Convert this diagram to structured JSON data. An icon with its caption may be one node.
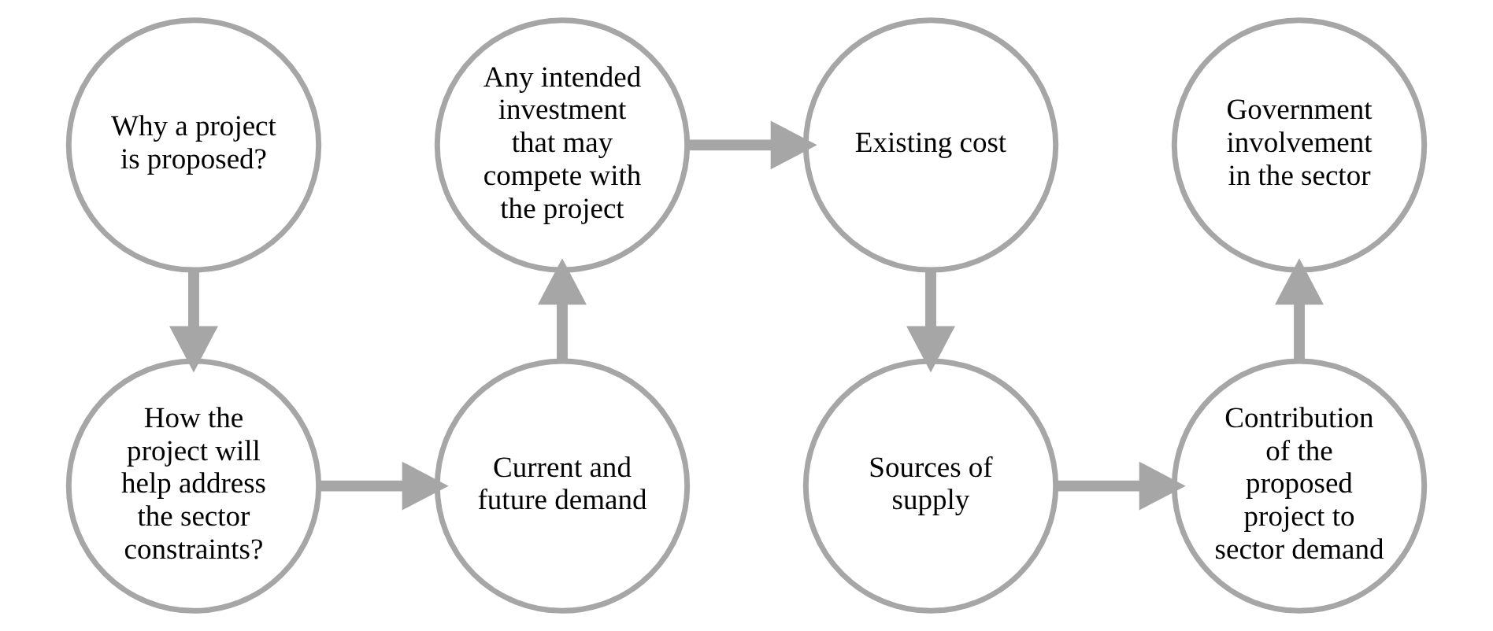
{
  "diagram": {
    "nodes": [
      {
        "text": [
          "Why a project is proposed?"
        ]
      },
      {
        "text": [
          "How the project will help address the sector constraints?"
        ]
      },
      {
        "text": [
          "Current and future demand"
        ]
      },
      {
        "text": [
          "Any intended investment that may compete with the project"
        ]
      },
      {
        "text": [
          "Existing cost"
        ]
      },
      {
        "text": [
          "Sources of supply"
        ]
      },
      {
        "text": [
          "Contribution of the proposed project to sector demand"
        ]
      },
      {
        "text": [
          "Government involvement in the sector"
        ]
      }
    ],
    "edges": [
      {
        "from": 0,
        "to": 1,
        "arrow": "to"
      },
      {
        "from": 1,
        "to": 2,
        "arrow": "to"
      },
      {
        "from": 2,
        "to": 3,
        "arrow": "to"
      },
      {
        "from": 3,
        "to": 4,
        "arrow": "to"
      },
      {
        "from": 4,
        "to": 5,
        "arrow": "to"
      },
      {
        "from": 5,
        "to": 6,
        "arrow": "to"
      },
      {
        "from": 6,
        "to": 7,
        "arrow": "to"
      }
    ]
  }
}
